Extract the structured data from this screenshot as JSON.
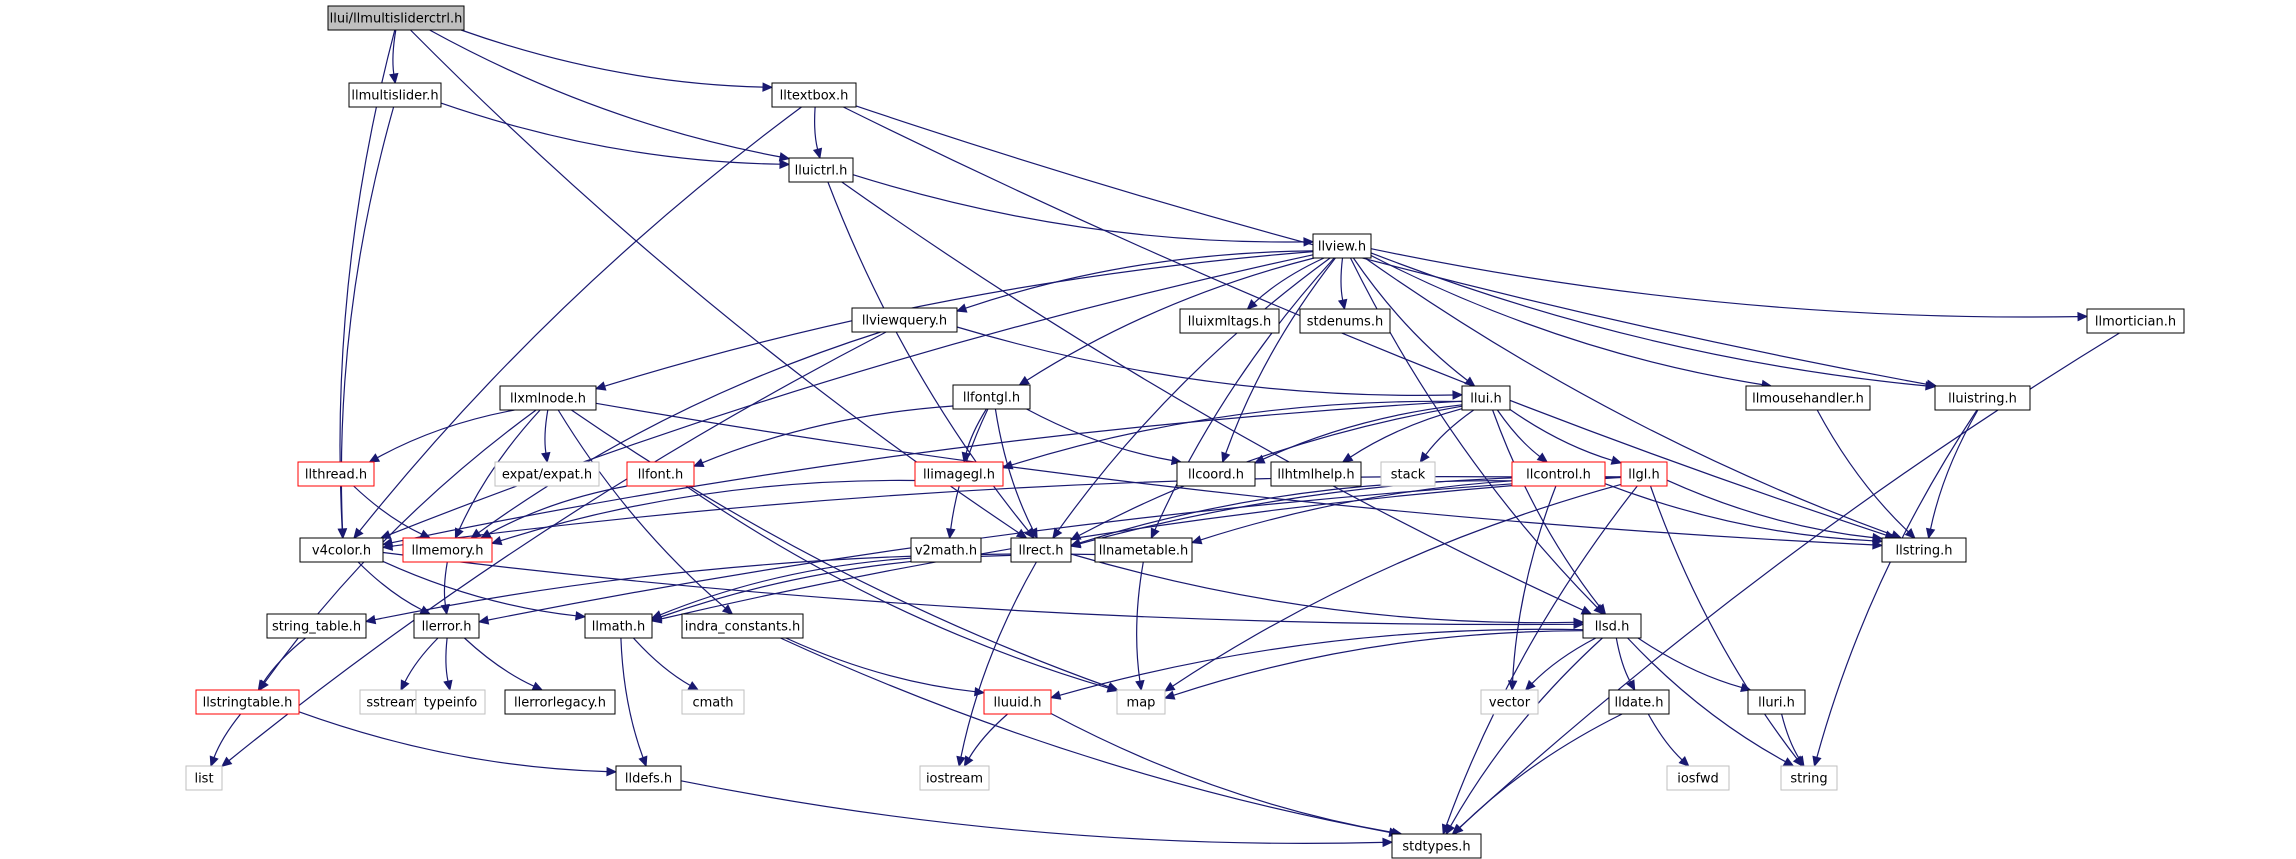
{
  "graph": {
    "nodes": {
      "n_multisliderctrl": {
        "label": "llui/llmultisliderctrl.h",
        "kind": "root"
      },
      "n_multislider": {
        "label": "llmultislider.h",
        "kind": "normal"
      },
      "n_textbox": {
        "label": "lltextbox.h",
        "kind": "normal"
      },
      "n_uictrl": {
        "label": "lluictrl.h",
        "kind": "normal"
      },
      "n_view": {
        "label": "llview.h",
        "kind": "normal"
      },
      "n_viewquery": {
        "label": "llviewquery.h",
        "kind": "normal"
      },
      "n_uixmltags": {
        "label": "lluixmltags.h",
        "kind": "normal"
      },
      "n_stdenums": {
        "label": "stdenums.h",
        "kind": "normal"
      },
      "n_mortician": {
        "label": "llmortician.h",
        "kind": "normal"
      },
      "n_xmlnode": {
        "label": "llxmlnode.h",
        "kind": "normal"
      },
      "n_fontgl": {
        "label": "llfontgl.h",
        "kind": "normal"
      },
      "n_llui": {
        "label": "llui.h",
        "kind": "normal"
      },
      "n_mousehandler": {
        "label": "llmousehandler.h",
        "kind": "normal"
      },
      "n_uistring": {
        "label": "lluistring.h",
        "kind": "normal"
      },
      "n_thread": {
        "label": "llthread.h",
        "kind": "truncated"
      },
      "n_expat": {
        "label": "expat/expat.h",
        "kind": "missing"
      },
      "n_font": {
        "label": "llfont.h",
        "kind": "truncated"
      },
      "n_imagegl": {
        "label": "llimagegl.h",
        "kind": "truncated"
      },
      "n_coord": {
        "label": "llcoord.h",
        "kind": "normal"
      },
      "n_htmlhelp": {
        "label": "llhtmlhelp.h",
        "kind": "normal"
      },
      "n_stack": {
        "label": "stack",
        "kind": "missing"
      },
      "n_control": {
        "label": "llcontrol.h",
        "kind": "truncated"
      },
      "n_gl": {
        "label": "llgl.h",
        "kind": "truncated"
      },
      "n_v4color": {
        "label": "v4color.h",
        "kind": "normal"
      },
      "n_memory": {
        "label": "llmemory.h",
        "kind": "truncated"
      },
      "n_v2math": {
        "label": "v2math.h",
        "kind": "normal"
      },
      "n_rect": {
        "label": "llrect.h",
        "kind": "normal"
      },
      "n_nametable": {
        "label": "llnametable.h",
        "kind": "normal"
      },
      "n_string": {
        "label": "llstring.h",
        "kind": "normal"
      },
      "n_stringtable_h": {
        "label": "string_table.h",
        "kind": "normal"
      },
      "n_error": {
        "label": "llerror.h",
        "kind": "normal"
      },
      "n_math": {
        "label": "llmath.h",
        "kind": "normal"
      },
      "n_indra": {
        "label": "indra_constants.h",
        "kind": "normal"
      },
      "n_sd": {
        "label": "llsd.h",
        "kind": "normal"
      },
      "n_llstringtable": {
        "label": "llstringtable.h",
        "kind": "truncated"
      },
      "n_sstream": {
        "label": "sstream",
        "kind": "missing"
      },
      "n_typeinfo": {
        "label": "typeinfo",
        "kind": "missing"
      },
      "n_errorlegacy": {
        "label": "llerrorlegacy.h",
        "kind": "normal"
      },
      "n_cmath": {
        "label": "cmath",
        "kind": "missing"
      },
      "n_uuid": {
        "label": "lluuid.h",
        "kind": "truncated"
      },
      "n_map": {
        "label": "map",
        "kind": "missing"
      },
      "n_vector": {
        "label": "vector",
        "kind": "missing"
      },
      "n_date": {
        "label": "lldate.h",
        "kind": "normal"
      },
      "n_uri": {
        "label": "lluri.h",
        "kind": "normal"
      },
      "n_list": {
        "label": "list",
        "kind": "missing"
      },
      "n_defs": {
        "label": "lldefs.h",
        "kind": "normal"
      },
      "n_iostream": {
        "label": "iostream",
        "kind": "missing"
      },
      "n_iosfwd": {
        "label": "iosfwd",
        "kind": "missing"
      },
      "n_stdstring": {
        "label": "string",
        "kind": "missing"
      },
      "n_stdtypes": {
        "label": "stdtypes.h",
        "kind": "normal"
      }
    },
    "edges": [
      [
        "n_multisliderctrl",
        "n_multislider"
      ],
      [
        "n_multisliderctrl",
        "n_textbox"
      ],
      [
        "n_multisliderctrl",
        "n_uictrl"
      ],
      [
        "n_multisliderctrl",
        "n_v4color"
      ],
      [
        "n_multisliderctrl",
        "n_rect"
      ],
      [
        "n_multislider",
        "n_uictrl"
      ],
      [
        "n_multislider",
        "n_v4color"
      ],
      [
        "n_textbox",
        "n_uictrl"
      ],
      [
        "n_textbox",
        "n_v4color"
      ],
      [
        "n_textbox",
        "n_uistring"
      ],
      [
        "n_textbox",
        "n_string"
      ],
      [
        "n_uictrl",
        "n_view"
      ],
      [
        "n_uictrl",
        "n_rect"
      ],
      [
        "n_uictrl",
        "n_sd"
      ],
      [
        "n_view",
        "n_viewquery"
      ],
      [
        "n_view",
        "n_uixmltags"
      ],
      [
        "n_view",
        "n_stdenums"
      ],
      [
        "n_view",
        "n_mortician"
      ],
      [
        "n_view",
        "n_xmlnode"
      ],
      [
        "n_view",
        "n_fontgl"
      ],
      [
        "n_view",
        "n_llui"
      ],
      [
        "n_view",
        "n_mousehandler"
      ],
      [
        "n_view",
        "n_uistring"
      ],
      [
        "n_view",
        "n_coord"
      ],
      [
        "n_view",
        "n_rect"
      ],
      [
        "n_view",
        "n_nametable"
      ],
      [
        "n_view",
        "n_string"
      ],
      [
        "n_view",
        "n_sd"
      ],
      [
        "n_view",
        "n_v4color"
      ],
      [
        "n_viewquery",
        "n_list"
      ],
      [
        "n_viewquery",
        "n_llui"
      ],
      [
        "n_viewquery",
        "n_memory"
      ],
      [
        "n_mortician",
        "n_stdtypes"
      ],
      [
        "n_xmlnode",
        "n_thread"
      ],
      [
        "n_xmlnode",
        "n_expat"
      ],
      [
        "n_xmlnode",
        "n_memory"
      ],
      [
        "n_xmlnode",
        "n_llstringtable"
      ],
      [
        "n_xmlnode",
        "n_indra"
      ],
      [
        "n_xmlnode",
        "n_map"
      ],
      [
        "n_xmlnode",
        "n_string"
      ],
      [
        "n_fontgl",
        "n_font"
      ],
      [
        "n_fontgl",
        "n_imagegl"
      ],
      [
        "n_fontgl",
        "n_coord"
      ],
      [
        "n_fontgl",
        "n_v2math"
      ],
      [
        "n_fontgl",
        "n_rect"
      ],
      [
        "n_llui",
        "n_imagegl"
      ],
      [
        "n_llui",
        "n_coord"
      ],
      [
        "n_llui",
        "n_htmlhelp"
      ],
      [
        "n_llui",
        "n_stack"
      ],
      [
        "n_llui",
        "n_control"
      ],
      [
        "n_llui",
        "n_gl"
      ],
      [
        "n_llui",
        "n_rect"
      ],
      [
        "n_llui",
        "n_sd"
      ],
      [
        "n_llui",
        "n_v4color"
      ],
      [
        "n_mousehandler",
        "n_string"
      ],
      [
        "n_uistring",
        "n_string"
      ],
      [
        "n_uistring",
        "n_stdstring"
      ],
      [
        "n_thread",
        "n_memory"
      ],
      [
        "n_font",
        "n_memory"
      ],
      [
        "n_font",
        "n_map"
      ],
      [
        "n_imagegl",
        "n_memory"
      ],
      [
        "n_control",
        "n_vector"
      ],
      [
        "n_control",
        "n_string"
      ],
      [
        "n_control",
        "n_v4color"
      ],
      [
        "n_control",
        "n_rect"
      ],
      [
        "n_gl",
        "n_map"
      ],
      [
        "n_gl",
        "n_stdtypes"
      ],
      [
        "n_gl",
        "n_stdstring"
      ],
      [
        "n_gl",
        "n_string"
      ],
      [
        "n_gl",
        "n_error"
      ],
      [
        "n_gl",
        "n_math"
      ],
      [
        "n_gl",
        "n_rect"
      ],
      [
        "n_gl",
        "n_nametable"
      ],
      [
        "n_v4color",
        "n_error"
      ],
      [
        "n_v4color",
        "n_math"
      ],
      [
        "n_v4color",
        "n_sd"
      ],
      [
        "n_memory",
        "n_error"
      ],
      [
        "n_v2math",
        "n_math"
      ],
      [
        "n_rect",
        "n_math"
      ],
      [
        "n_rect",
        "n_iostream"
      ],
      [
        "n_rect",
        "n_sd"
      ],
      [
        "n_nametable",
        "n_map"
      ],
      [
        "n_nametable",
        "n_stringtable_h"
      ],
      [
        "n_stringtable_h",
        "n_llstringtable"
      ],
      [
        "n_error",
        "n_sstream"
      ],
      [
        "n_error",
        "n_typeinfo"
      ],
      [
        "n_error",
        "n_errorlegacy"
      ],
      [
        "n_math",
        "n_cmath"
      ],
      [
        "n_math",
        "n_defs"
      ],
      [
        "n_indra",
        "n_uuid"
      ],
      [
        "n_indra",
        "n_stdtypes"
      ],
      [
        "n_sd",
        "n_map"
      ],
      [
        "n_sd",
        "n_vector"
      ],
      [
        "n_sd",
        "n_date"
      ],
      [
        "n_sd",
        "n_uri"
      ],
      [
        "n_sd",
        "n_stdstring"
      ],
      [
        "n_sd",
        "n_uuid"
      ],
      [
        "n_sd",
        "n_stdtypes"
      ],
      [
        "n_llstringtable",
        "n_list"
      ],
      [
        "n_llstringtable",
        "n_defs"
      ],
      [
        "n_uuid",
        "n_iostream"
      ],
      [
        "n_uuid",
        "n_stdtypes"
      ],
      [
        "n_date",
        "n_iosfwd"
      ],
      [
        "n_date",
        "n_stdtypes"
      ],
      [
        "n_uri",
        "n_stdstring"
      ],
      [
        "n_defs",
        "n_stdtypes"
      ]
    ]
  },
  "colors": {
    "edge": "#191970",
    "root_fill": "#bfbfbf",
    "node_border": "#000000",
    "truncated_border": "#ff0000",
    "missing_border": "#bfbfbf",
    "text": "#000000"
  }
}
